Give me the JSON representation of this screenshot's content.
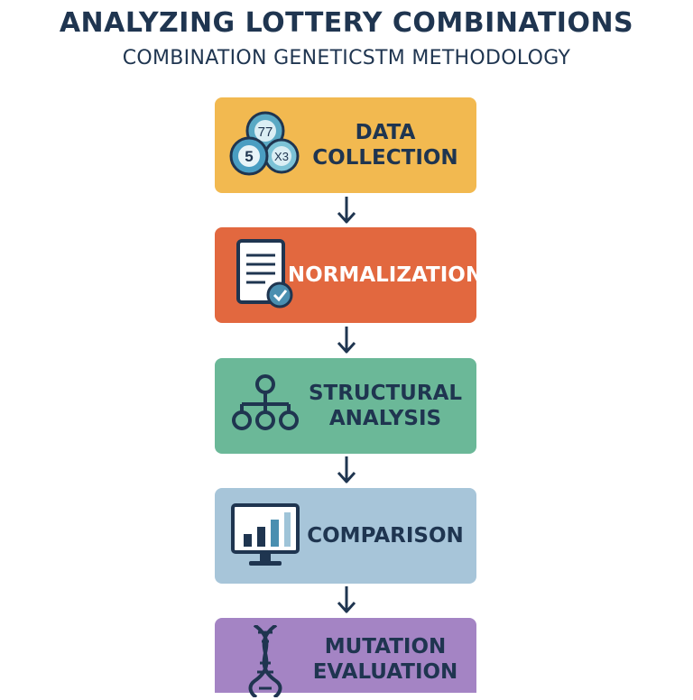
{
  "header": {
    "title": "ANALYZING LOTTERY COMBINATIONS",
    "subtitle": "COMBINATION GENETICSTM METHODOLOGY"
  },
  "steps": [
    {
      "label": "DATA\nCOLLECTION",
      "color": "#f2b950",
      "icon": "lottery-balls-icon"
    },
    {
      "label": "NORMALIZATION",
      "color": "#e2683f",
      "icon": "document-check-icon"
    },
    {
      "label": "STRUCTURAL\nANALYSIS",
      "color": "#6bb898",
      "icon": "hierarchy-icon"
    },
    {
      "label": "COMPARISON",
      "color": "#a7c5d9",
      "icon": "monitor-chart-icon"
    },
    {
      "label": "MUTATION\nEVALUATION",
      "color": "#a484c4",
      "icon": "dna-icon"
    }
  ],
  "balls": {
    "a": "77",
    "b": "5",
    "c": "X3"
  },
  "colors": {
    "text_dark": "#1f3550",
    "arrow": "#1f3550"
  }
}
